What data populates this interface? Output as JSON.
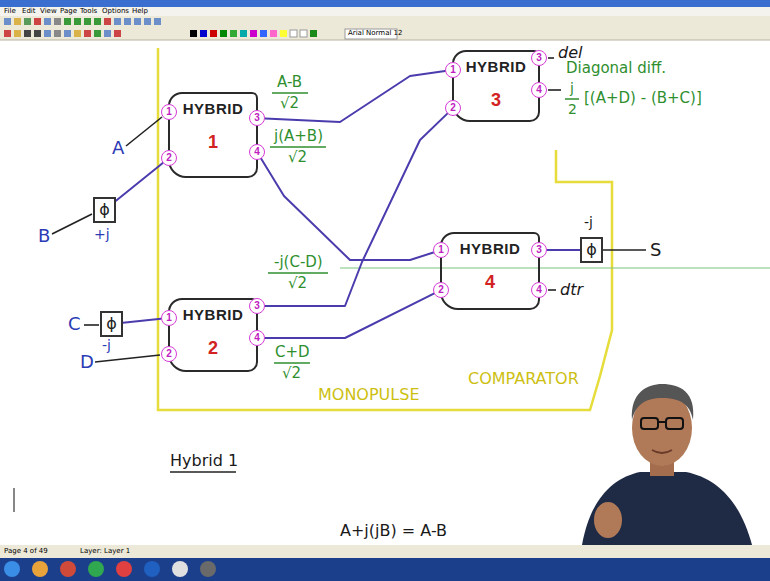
{
  "diagram": {
    "nodes": [
      {
        "text": [
          "HYBRID",
          "1"
        ]
      },
      {
        "text": [
          "1"
        ],
        "in": 0
      },
      {
        "text": [
          "2"
        ],
        "in": 0
      },
      {
        "text": [
          "3"
        ],
        "in": 0
      },
      {
        "text": [
          "4"
        ],
        "in": 0
      },
      {
        "text": [
          "HYBRID",
          "3"
        ]
      },
      {
        "text": [
          "1"
        ],
        "in": 5
      },
      {
        "text": [
          "2"
        ],
        "in": 5
      },
      {
        "text": [
          "3"
        ],
        "in": 5
      },
      {
        "text": [
          "4"
        ],
        "in": 5
      },
      {
        "text": [
          "ϕ"
        ]
      },
      {
        "text": [
          "ϕ"
        ]
      },
      {
        "text": [
          "HYBRID",
          "4"
        ]
      },
      {
        "text": [
          "1"
        ],
        "in": 12
      },
      {
        "text": [
          "2"
        ],
        "in": 12
      },
      {
        "text": [
          "3"
        ],
        "in": 12
      },
      {
        "text": [
          "4"
        ],
        "in": 12
      },
      {
        "text": [
          "ϕ"
        ]
      },
      {
        "text": [
          "HYBRID",
          "2"
        ]
      },
      {
        "text": [
          "1"
        ],
        "in": 18
      },
      {
        "text": [
          "2"
        ],
        "in": 18
      },
      {
        "text": [
          "3"
        ],
        "in": 18
      },
      {
        "text": [
          "4"
        ],
        "in": 18
      }
    ],
    "edges": [
      {
        "from": 3,
        "to": 6,
        "arrow": "none"
      },
      {
        "from": 4,
        "to": 13,
        "arrow": "none"
      },
      {
        "from": 21,
        "to": 7,
        "arrow": "none"
      },
      {
        "from": 22,
        "to": 14,
        "arrow": "none"
      },
      {
        "from": 10,
        "to": 2,
        "arrow": "none"
      },
      {
        "from": 17,
        "to": 19,
        "arrow": "none"
      },
      {
        "from": 15,
        "to": 11,
        "arrow": "none"
      }
    ],
    "labels": [
      "File",
      "Edit",
      "View",
      "Page",
      "Tools",
      "Options",
      "Help",
      "Arial Normal 12",
      "A",
      "B",
      "+j",
      "C",
      "-j",
      "D",
      "A-B",
      "√2",
      "j(A+B)",
      "√2",
      "-j(C-D)",
      "√2",
      "C+D",
      "√2",
      "del",
      "Diagonal diff.",
      "j",
      "2",
      "[(A+D) - (B+C)]",
      "-j",
      "S",
      "dtr",
      "MONOPULSE",
      "COMPARATOR",
      "Hybrid 1",
      "A+j(jB) = A-B",
      "Page 4 of 49",
      "Layer:",
      "Layer 1"
    ]
  }
}
